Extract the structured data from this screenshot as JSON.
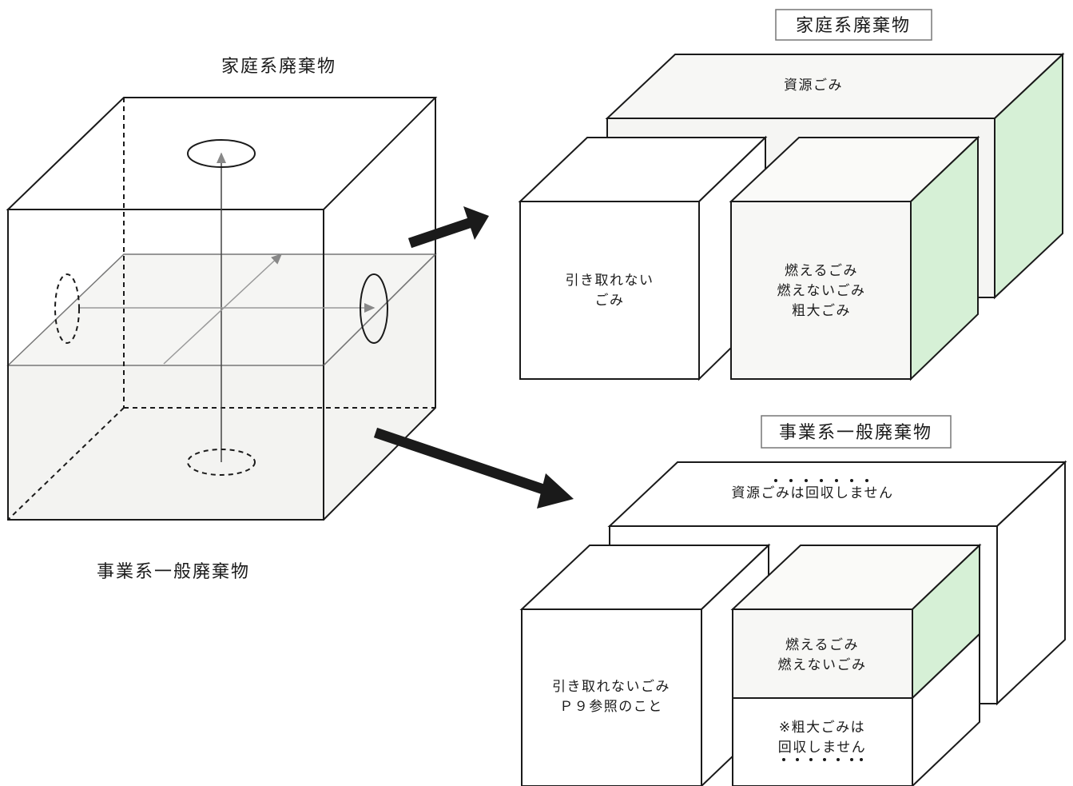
{
  "left_cube": {
    "top_label": "家庭系廃棄物",
    "bottom_label": "事業系一般廃棄物"
  },
  "household": {
    "title": "家庭系廃棄物",
    "back_box": "資源ごみ",
    "left_box": [
      "引き取れない",
      "ごみ"
    ],
    "right_box": [
      "燃えるごみ",
      "燃えないごみ",
      "粗大ごみ"
    ]
  },
  "business": {
    "title": "事業系一般廃棄物",
    "back_box": "資源ごみは回収しません",
    "left_box": [
      "引き取れないごみ",
      "Ｐ９参照のこと"
    ],
    "right_upper": [
      "燃えるごみ",
      "燃えないごみ"
    ],
    "right_lower": [
      "※粗大ごみは",
      "回収しません"
    ]
  },
  "colors": {
    "accent_green": "#d6f0d6",
    "face_tint": "#f7f7f5"
  }
}
